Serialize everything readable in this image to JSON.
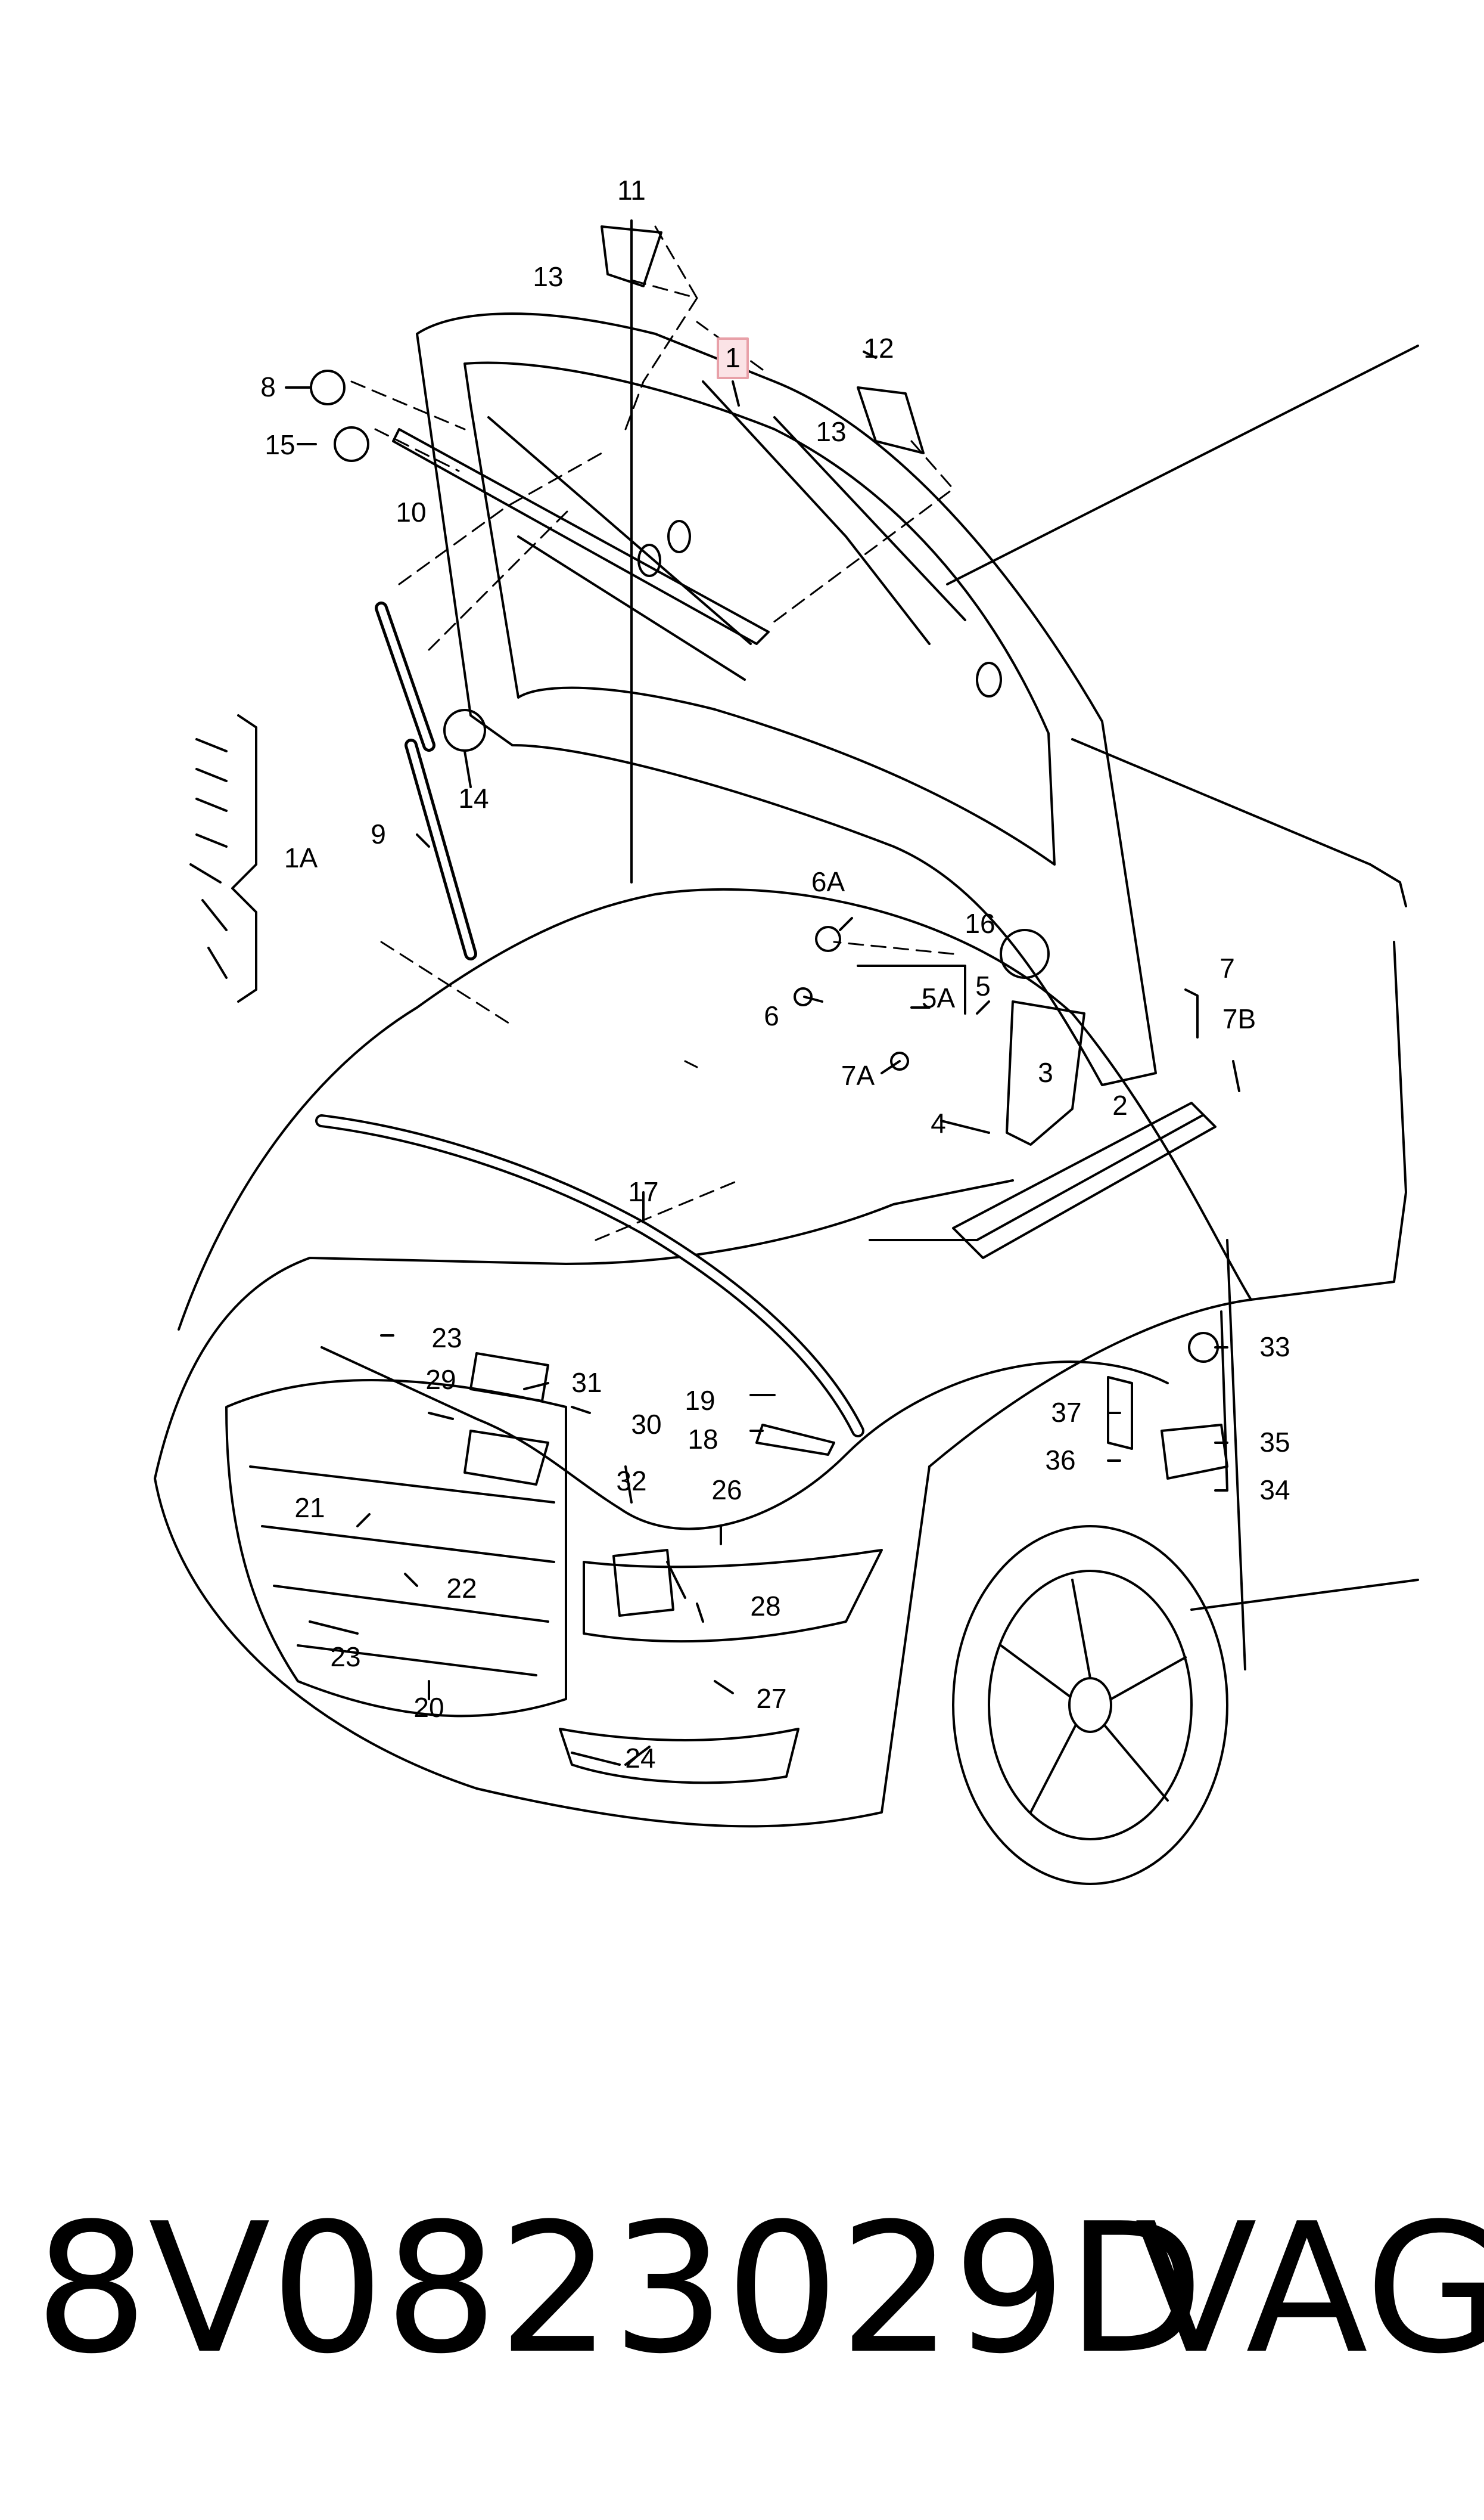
{
  "callouts": {
    "c1": "1",
    "c1A": "1A",
    "c2": "2",
    "c3": "3",
    "c4": "4",
    "c5": "5",
    "c5A": "5A",
    "c6": "6",
    "c6A": "6A",
    "c7": "7",
    "c7A": "7A",
    "c7B": "7B",
    "c8": "8",
    "c9": "9",
    "c10": "10",
    "c11": "11",
    "c12": "12",
    "c13a": "13",
    "c13b": "13",
    "c14": "14",
    "c15": "15",
    "c16": "16",
    "c17": "17",
    "c18": "18",
    "c19": "19",
    "c20": "20",
    "c21": "21",
    "c22": "22",
    "c23a": "23",
    "c23b": "23",
    "c24": "24",
    "c26": "26",
    "c27": "27",
    "c28": "28",
    "c29": "29",
    "c30": "30",
    "c31": "31",
    "c32": "32",
    "c33": "33",
    "c34": "34",
    "c35": "35",
    "c36": "36",
    "c37": "37"
  },
  "highlight_color": "#e8a0a8",
  "footer": {
    "part_number": "8V0823029D",
    "brand": "VAG"
  }
}
